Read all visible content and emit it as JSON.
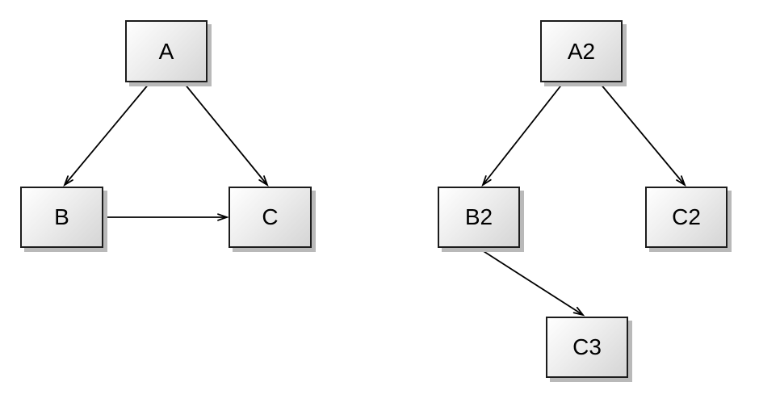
{
  "canvas": {
    "background": "#ffffff"
  },
  "style": {
    "node_fill_start": "#ffffff",
    "node_fill_end": "#d5d5d5",
    "node_border": "#1c1c1c",
    "node_shadow": "#b9b9b9",
    "edge_color": "#000000",
    "label_color": "#000000"
  },
  "graphs": [
    {
      "name": "left-graph",
      "nodes": [
        {
          "id": "A",
          "label": "A"
        },
        {
          "id": "B",
          "label": "B"
        },
        {
          "id": "C",
          "label": "C"
        }
      ],
      "edges": [
        {
          "from": "A",
          "to": "B"
        },
        {
          "from": "A",
          "to": "C"
        },
        {
          "from": "B",
          "to": "C"
        }
      ]
    },
    {
      "name": "right-graph",
      "nodes": [
        {
          "id": "A2",
          "label": "A2"
        },
        {
          "id": "B2",
          "label": "B2"
        },
        {
          "id": "C2",
          "label": "C2"
        },
        {
          "id": "C3",
          "label": "C3"
        }
      ],
      "edges": [
        {
          "from": "A2",
          "to": "B2"
        },
        {
          "from": "A2",
          "to": "C2"
        },
        {
          "from": "B2",
          "to": "C3"
        }
      ]
    }
  ]
}
